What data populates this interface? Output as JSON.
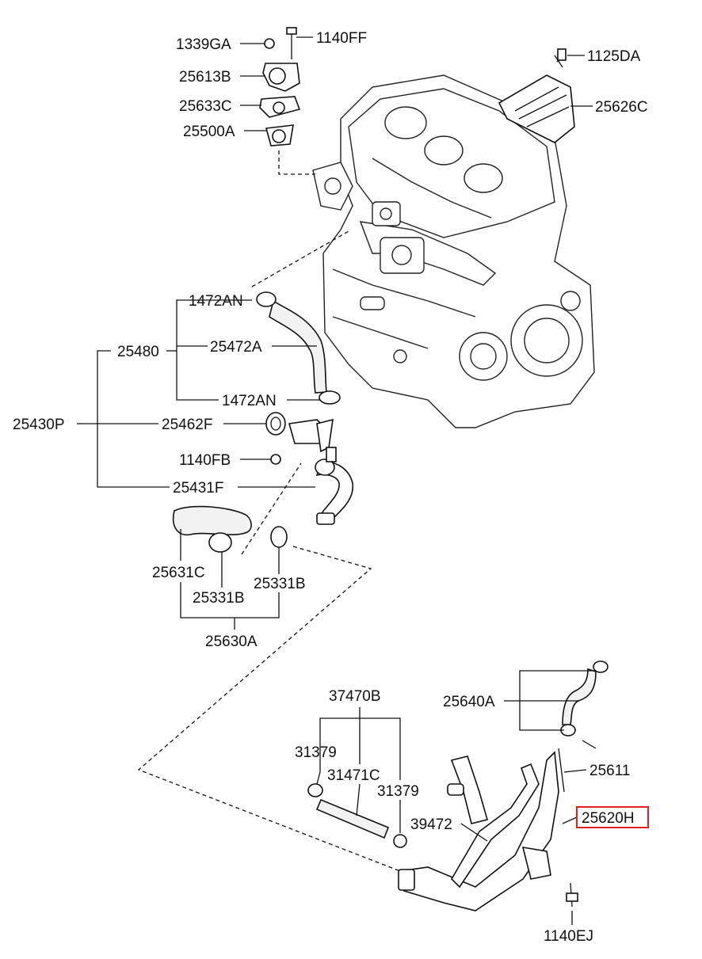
{
  "labels": {
    "p1339GA": "1339GA",
    "p1140FF": "1140FF",
    "p25613B": "25613B",
    "p25633C": "25633C",
    "p25500A": "25500A",
    "p1125DA": "1125DA",
    "p25626C": "25626C",
    "p1472AN_a": "1472AN",
    "p25480": "25480",
    "p25472A": "25472A",
    "p1472AN_b": "1472AN",
    "p25430P": "25430P",
    "p25462F": "25462F",
    "p1140FB": "1140FB",
    "p25431F": "25431F",
    "p25631C": "25631C",
    "p25331B_a": "25331B",
    "p25331B_b": "25331B",
    "p25630A": "25630A",
    "p37470B": "37470B",
    "p31379_a": "31379",
    "p31471C": "31471C",
    "p31379_b": "31379",
    "p25640A": "25640A",
    "p25611": "25611",
    "p39472": "39472",
    "p25620H": "25620H",
    "p1140EJ": "1140EJ"
  },
  "highlight": {
    "part": "25620H",
    "color": "#e02020"
  }
}
